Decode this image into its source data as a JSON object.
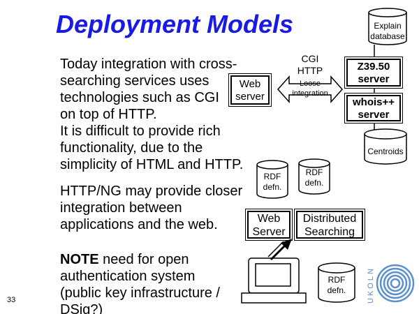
{
  "title": "Deployment Models",
  "paragraphs": {
    "p1": [
      "Today integration with cross-",
      "searching services uses",
      "technologies such as CGI",
      "on top of HTTP.",
      "It is difficult to provide rich",
      "functionality, due to the",
      "simplicity of HTML and HTTP."
    ],
    "p2": [
      "HTTP/NG may provide closer",
      "integration between",
      "applications and the web."
    ],
    "p3": {
      "note_label": "NOTE",
      "line1_rest": " need for open",
      "lines": [
        "authentication system",
        "(public key infrastructure /",
        "DSig?)"
      ]
    }
  },
  "diagram": {
    "web_server_top": [
      "Web",
      "server"
    ],
    "cgi_label": [
      "CGI",
      "HTTP"
    ],
    "loose_label": [
      "Loose",
      "integration"
    ],
    "explain_db": [
      "Explain",
      "database"
    ],
    "z3950": [
      "Z39.50",
      "server"
    ],
    "whois": [
      "whois++",
      "server"
    ],
    "centroids": "Centroids",
    "rdf_left": [
      "RDF",
      "defn."
    ],
    "rdf_mid": [
      "RDF",
      "defn."
    ],
    "rdf_bottom": [
      "RDF",
      "defn."
    ],
    "web_server_bottom": [
      "Web",
      "Server"
    ],
    "distributed": [
      "Distributed",
      "Searching"
    ]
  },
  "logo_text": "UKOLN",
  "page_number": "33"
}
